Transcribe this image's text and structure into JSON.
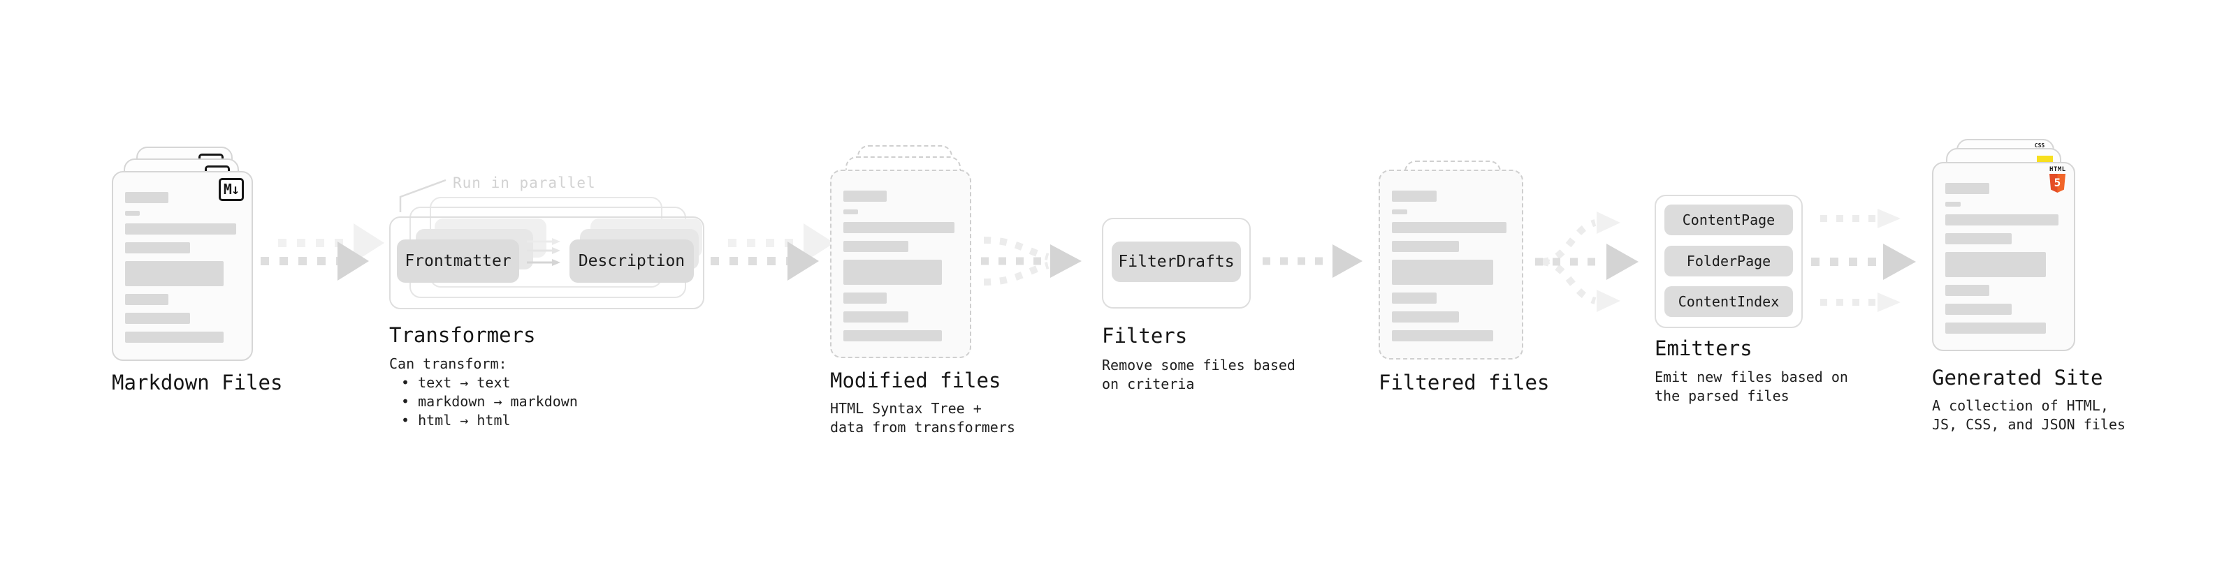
{
  "colors": {
    "ink": "#161616",
    "faint_text": "#d2d2d2",
    "card_bg": "#fbfbfb",
    "card_border": "#d6d6d6",
    "dashed_border": "#cfcfcf",
    "bar": "#d9d9d9",
    "pill_bg": "#dcdcdc",
    "pill_ghost": "#e7e7e7",
    "pill_ghost2": "#f0f0f0",
    "box_border": "#e2e2e2",
    "arrow": "#dedede",
    "arrow_head": "#d4d4d4",
    "arrow_ghost": "#f1f1f1",
    "html5_orange": "#e44d26",
    "html5_orange_light": "#f16529",
    "js_yellow": "#f7df1e",
    "css_blue": "#2965f1"
  },
  "nodes": {
    "markdown": {
      "label": "Markdown Files",
      "badge": "M↓"
    },
    "transformers": {
      "title": "Transformers",
      "annotation": "Run in parallel",
      "pill_left": "Frontmatter",
      "pill_right": "Description",
      "desc_heading": "Can transform:",
      "bullets": [
        "text → text",
        "markdown → markdown",
        "html → html"
      ]
    },
    "modified": {
      "label": "Modified files",
      "desc": "HTML Syntax Tree +\ndata from transformers"
    },
    "filters": {
      "title": "Filters",
      "pill": "FilterDrafts",
      "desc": "Remove some files based\non criteria"
    },
    "filtered": {
      "label": "Filtered files"
    },
    "emitters": {
      "title": "Emitters",
      "pills": [
        "ContentPage",
        "FolderPage",
        "ContentIndex"
      ],
      "desc": "Emit new files based on\nthe parsed files"
    },
    "generated": {
      "label": "Generated Site",
      "desc": "A collection of HTML,\nJS, CSS, and JSON files",
      "badge_html": "HTML",
      "badge_html_num": "5",
      "badge_css": "CSS"
    }
  },
  "skeleton_bars": [
    {
      "w": 38,
      "h": 16
    },
    {
      "w": 13,
      "h": 7
    },
    {
      "w": 97,
      "h": 16
    },
    {
      "w": 57,
      "h": 16
    },
    {
      "w": 86,
      "h": 36
    },
    {
      "w": 38,
      "h": 16
    },
    {
      "w": 57,
      "h": 16
    },
    {
      "w": 86,
      "h": 16
    }
  ]
}
